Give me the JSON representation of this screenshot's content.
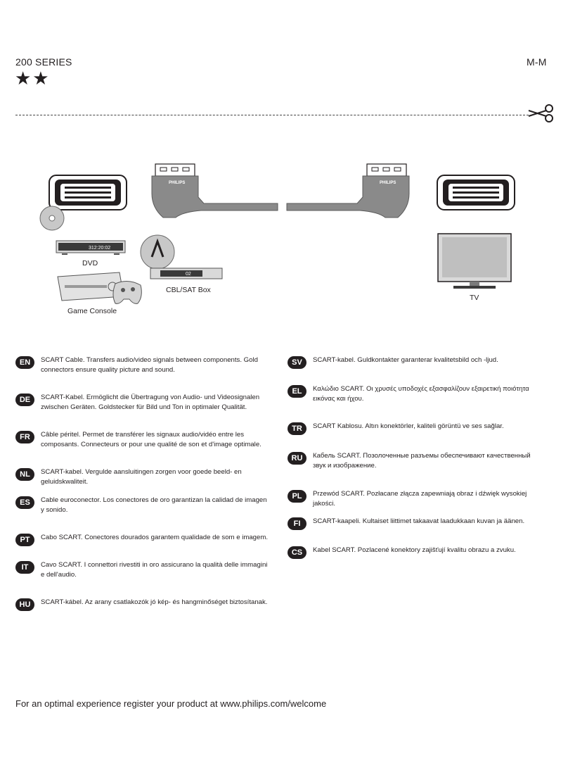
{
  "header": {
    "series": "200 SERIES",
    "model": "M-M",
    "stars": "★★",
    "scissors_icon": "scissors-icon"
  },
  "illustration": {
    "labels": {
      "dvd": "DVD",
      "cbl_sat": "CBL/SAT Box",
      "game_console": "Game Console",
      "tv": "TV"
    },
    "connector_brand": "PHILIPS",
    "dvd_display": "312:20:02",
    "sat_display": "02"
  },
  "languages": {
    "left": [
      {
        "code": "EN",
        "text": "SCART Cable. Transfers audio/video signals between components. Gold connectors ensure quality picture and sound."
      },
      {
        "code": "DE",
        "text": "SCART-Kabel. Ermöglicht die Übertragung von Audio- und Videosignalen zwischen Geräten. Goldstecker für Bild und Ton in optimaler Qualität."
      },
      {
        "code": "FR",
        "text": "Câble péritel. Permet de transférer les signaux audio/vidéo entre les composants. Connecteurs or pour une qualité de son et d'image optimale."
      },
      {
        "code": "NL",
        "text": "SCART-kabel. Vergulde aansluitingen zorgen voor goede beeld- en geluidskwaliteit."
      },
      {
        "code": "ES",
        "text": "Cable euroconector. Los conectores de oro garantizan la calidad de imagen y sonido."
      },
      {
        "code": "PT",
        "text": "Cabo SCART. Conectores dourados garantem qualidade de som e imagem."
      },
      {
        "code": "IT",
        "text": "Cavo SCART. I connettori rivestiti in oro assicurano la qualità delle immagini e dell'audio."
      },
      {
        "code": "HU",
        "text": "SCART-kábel. Az arany csatlakozók jó kép- és hangminőséget biztosítanak."
      }
    ],
    "right": [
      {
        "code": "SV",
        "text": "SCART-kabel. Guldkontakter garanterar kvalitetsbild och -ljud."
      },
      {
        "code": "EL",
        "text": "Καλώδιο SCART. Οι χρυσές υποδοχές εξασφαλίζουν εξαιρετική ποιότητα εικόνας και ήχου."
      },
      {
        "code": "TR",
        "text": "SCART Kablosu. Altın konektörler, kaliteli görüntü ve ses sağlar."
      },
      {
        "code": "RU",
        "text": "Кабель SCART. Позолоченные разъемы обеспечивают качественный звук и изображение."
      },
      {
        "code": "PL",
        "text": "Przewód SCART. Pozłacane złącza zapewniają obraz i dźwięk wysokiej jakości."
      },
      {
        "code": "FI",
        "text": "SCART-kaapeli. Kultaiset liittimet takaavat laadukkaan kuvan ja äänen."
      },
      {
        "code": "CS",
        "text": "Kabel SCART. Pozlacené konektory zajišťují kvalitu obrazu a zvuku."
      }
    ]
  },
  "footer": {
    "text": "For an optimal experience register your product at www.philips.com/welcome"
  }
}
